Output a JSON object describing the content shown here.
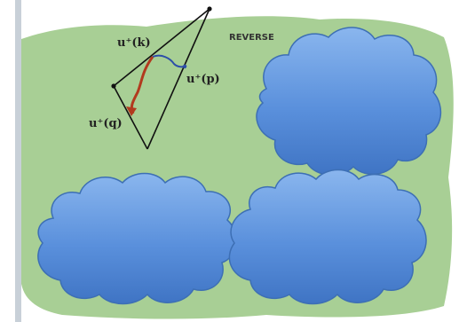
{
  "diagram": {
    "labels": {
      "u_k": "u⁺(k)",
      "u_p": "u⁺(p)",
      "u_q": "u⁺(q)",
      "reverse": "REVERSE"
    },
    "colors": {
      "background_blob": "#a8cf95",
      "cloud_fill": "#5a90dc",
      "cloud_stroke": "#3d6fb4",
      "triangle_line": "#111111",
      "blue_arc": "#2d4fa8",
      "red_arc": "#b23a1e",
      "left_bar": "#c8d0d8"
    }
  }
}
